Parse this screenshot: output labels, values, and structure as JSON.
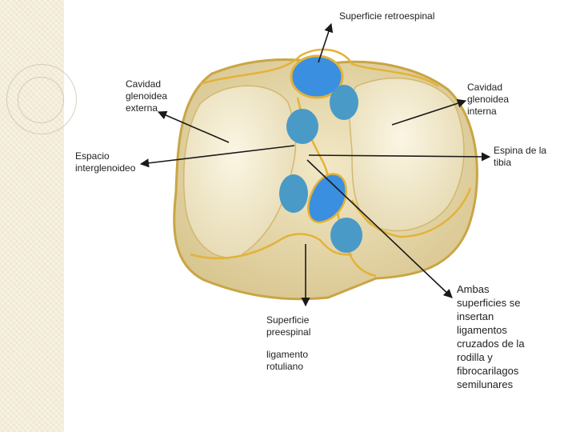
{
  "labels": {
    "retroespinal": "Superficie retroespinal",
    "externa": "Cavidad\nglenoidea\nexterna",
    "interna": "Cavidad\nglenoidea\ninterna",
    "espacio": "Espacio\ninterglenoideo",
    "espina": "Espina de la\ntibia",
    "preespinal": "Superficie\npreespinal",
    "rotuliano": "ligamento\nrotuliano",
    "ambas": "Ambas\nsuperficies se\ninsertan\nligamentos\ncruzados de la\nrodilla y\nfibrocarilagos\nsemilunares"
  },
  "colors": {
    "bone_fill": "#e9dcb0",
    "bone_outline": "#c9a545",
    "cavity_fill": "#f6efd4",
    "ligament_blue": "#3a8fe0",
    "ligament_teal": "#4a9ac8",
    "arrow": "#1a1a1a",
    "strip": "#f3ecd8"
  }
}
